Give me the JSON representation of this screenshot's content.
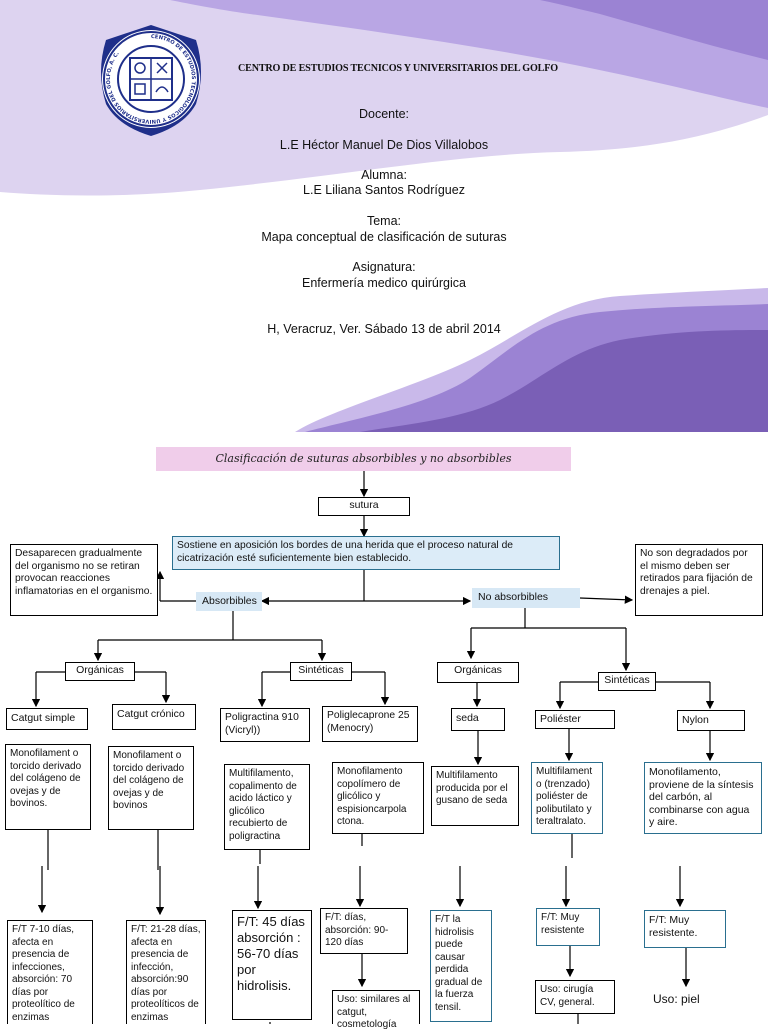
{
  "cover": {
    "institution": "CENTRO DE ESTUDIOS TECNICOS Y UNIVERSITARIOS DEL GOLFO",
    "logo_text": "CENTRO DE ESTUDIOS TECNOLOGICOS Y UNIVERSITARIOS DEL GOLFO, A. C.",
    "docente_label": "Docente:",
    "docente": "L.E Héctor Manuel De Dios Villalobos",
    "alumna_label": "Alumna:",
    "alumna": "L.E Liliana Santos Rodríguez",
    "tema_label": "Tema:",
    "tema": "Mapa conceptual de clasificación de suturas",
    "asignatura_label": "Asignatura:",
    "asignatura": "Enfermería medico quirúrgica",
    "fecha": "H, Veracruz, Ver. Sábado 13 de abril 2014",
    "colors": {
      "light_purple": "#d9cdf0",
      "mid_purple": "#b49fe0",
      "dark_purple": "#7b5fb7"
    }
  },
  "map": {
    "title": "Clasificación de suturas absorbibles y no absorbibles",
    "root": "sutura",
    "definition": "Sostiene en aposición los bordes de una herida que el proceso natural de cicatrización esté suficientemente bien establecido.",
    "absorbibles_label": "Absorbibles",
    "no_absorbibles_label": "No absorbibles",
    "absorbibles_note": "Desaparecen gradualmente del organismo no se retiran provocan reacciones inflamatorias en el organismo.",
    "no_absorbibles_note": "No son degradados por el mismo deben ser retirados para fijación de drenajes a piel.",
    "abs_organicas": "Orgánicas",
    "abs_sinteticas": "Sintéticas",
    "noabs_organicas": "Orgánicas",
    "noabs_sinteticas": "Sintéticas",
    "catgut_simple": "Catgut simple",
    "catgut_cronico": "Catgut crónico",
    "poliglactina": "Poligractina 910 (Vicryl))",
    "poliglecaprone": "Poliglecaprone 25 (Menocry)",
    "seda": "seda",
    "poliester": "Poliéster",
    "nylon": "Nylon",
    "catgut_simple_desc": "Monofilament o torcido derivado del colágeno de ovejas y de bovinos.",
    "catgut_cronico_desc": "Monofilament o torcido derivado del colágeno de ovejas y de bovinos",
    "poliglactina_desc": "Multifilamento, copalimento de acido láctico y glicólico recubierto de poligractina",
    "poliglecaprone_desc": "Monofilamento copolímero de glicólico y espisioncarpola ctona.",
    "seda_desc": "Multifilamento producida por el gusano de seda",
    "poliester_desc": "Multifilament o (trenzado) poliéster de polibutilato y teraltralato.",
    "nylon_desc": "Monofilamento, proviene de la síntesis del carbón, al combinarse con agua y aire.",
    "catgut_simple_ft": "F/T 7-10 días, afecta en presencia de infecciones, absorción: 70 días por proteolítico de enzimas",
    "catgut_cronico_ft": "F/T: 21-28 días, afecta en presencia de infección, absorción:90 días por proteolíticos de enzimas",
    "poliglactina_ft": "F/T: 45 días absorción : 56-70 días por hidrolisis.",
    "poliglecaprone_ft": "F/T: días, absorción: 90-120 días",
    "poliglecaprone_uso": "Uso: similares al catgut, cosmetología",
    "seda_ft": "F/T la hidrolisis puede causar perdida gradual de la fuerza tensil.",
    "poliester_ft": "F/T: Muy resistente",
    "poliester_uso": "Uso: cirugía CV, general.",
    "nylon_ft": "F/T: Muy resistente.",
    "nylon_uso": "Uso: piel"
  }
}
